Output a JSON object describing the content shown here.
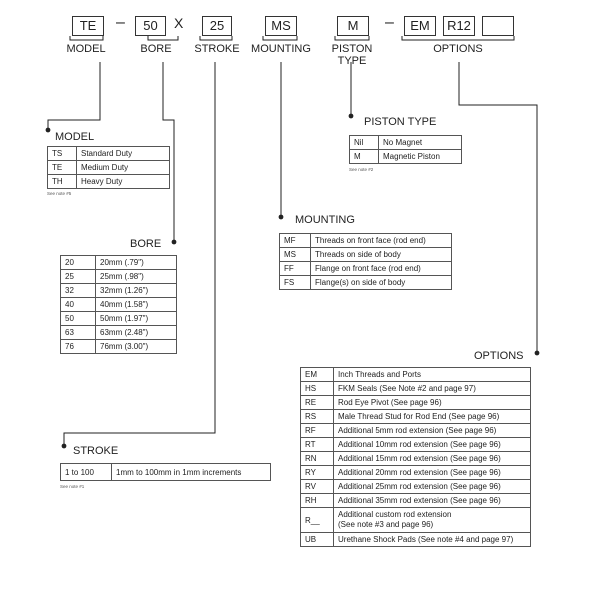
{
  "code": {
    "model": "TE",
    "dash1": "–",
    "bore": "50",
    "times": "X",
    "stroke": "25",
    "mounting": "MS",
    "piston": "M",
    "dash2": "–",
    "opt1": "EM",
    "opt2": "R12",
    "opt3": ""
  },
  "labels": {
    "model": "MODEL",
    "bore": "BORE",
    "stroke": "STROKE",
    "mounting": "MOUNTING",
    "piston": "PISTON TYPE",
    "options": "OPTIONS"
  },
  "model_table": {
    "title": "MODEL",
    "rows": [
      {
        "code": "TS",
        "desc": "Standard Duty"
      },
      {
        "code": "TE",
        "desc": "Medium Duty"
      },
      {
        "code": "TH",
        "desc": "Heavy Duty"
      }
    ],
    "note": "See note #5"
  },
  "bore_table": {
    "title": "BORE",
    "rows": [
      {
        "code": "20",
        "desc": "20mm (.79\")"
      },
      {
        "code": "25",
        "desc": "25mm (.98\")"
      },
      {
        "code": "32",
        "desc": "32mm (1.26\")"
      },
      {
        "code": "40",
        "desc": "40mm (1.58\")"
      },
      {
        "code": "50",
        "desc": "50mm (1.97\")"
      },
      {
        "code": "63",
        "desc": "63mm (2.48\")"
      },
      {
        "code": "76",
        "desc": "76mm (3.00\")"
      }
    ]
  },
  "stroke_table": {
    "title": "STROKE",
    "rows": [
      {
        "code": "1 to 100",
        "desc": "1mm to 100mm in 1mm increments"
      }
    ],
    "note": "See note #1"
  },
  "piston_table": {
    "title": "PISTON TYPE",
    "rows": [
      {
        "code": "Nil",
        "desc": "No Magnet"
      },
      {
        "code": "M",
        "desc": "Magnetic Piston"
      }
    ],
    "note": "See note #2"
  },
  "mounting_table": {
    "title": "MOUNTING",
    "rows": [
      {
        "code": "MF",
        "desc": "Threads on front face (rod end)"
      },
      {
        "code": "MS",
        "desc": "Threads on side of body"
      },
      {
        "code": "FF",
        "desc": "Flange on front face (rod end)"
      },
      {
        "code": "FS",
        "desc": "Flange(s) on side of body"
      }
    ]
  },
  "options_table": {
    "title": "OPTIONS",
    "rows": [
      {
        "code": "EM",
        "desc": "Inch Threads and Ports"
      },
      {
        "code": "HS",
        "desc": "FKM Seals (See Note #2 and page 97)"
      },
      {
        "code": "RE",
        "desc": "Rod Eye Pivot (See page 96)"
      },
      {
        "code": "RS",
        "desc": "Male Thread Stud for Rod End (See page 96)"
      },
      {
        "code": "RF",
        "desc": "Additional 5mm rod extension  (See page 96)"
      },
      {
        "code": "RT",
        "desc": "Additional 10mm rod extension  (See page 96)"
      },
      {
        "code": "RN",
        "desc": "Additional 15mm rod extension  (See page 96)"
      },
      {
        "code": "RY",
        "desc": "Additional 20mm rod extension  (See page 96)"
      },
      {
        "code": "RV",
        "desc": "Additional 25mm rod extension  (See page 96)"
      },
      {
        "code": "RH",
        "desc": "Additional 35mm rod extension  (See page 96)"
      },
      {
        "code": "R__",
        "desc": "Additional custom rod extension",
        "desc2": "(See note #3 and page 96)"
      },
      {
        "code": "UB",
        "desc": "Urethane Shock Pads (See note #4 and page 97)"
      }
    ]
  }
}
